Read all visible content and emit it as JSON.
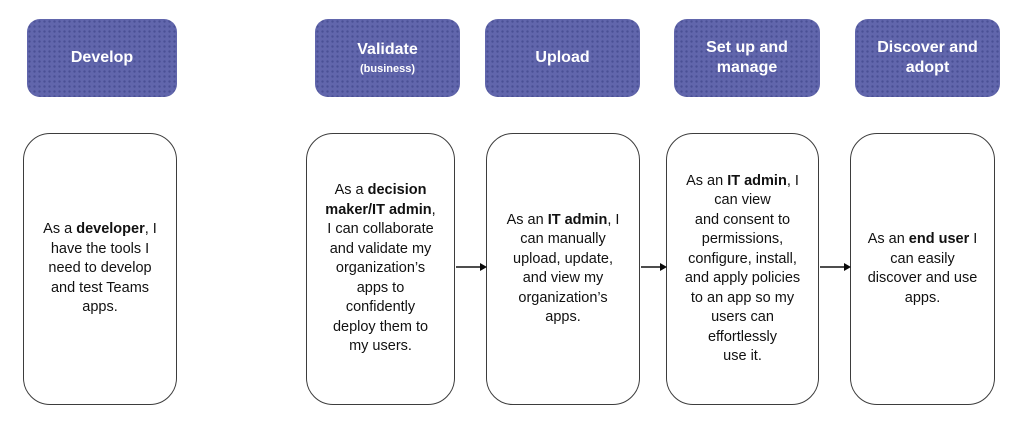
{
  "colors": {
    "header_bg": "#6166AC",
    "header_text": "#FFFFFF",
    "card_bg": "#FFFFFF",
    "card_border": "#3D3D3D",
    "card_text": "#111111",
    "arrow_line": "#4D4D4D",
    "arrow_head": "#0A0A0A"
  },
  "stages": [
    {
      "id": "develop",
      "header": {
        "label": "Develop",
        "sublabel": ""
      },
      "card_lines": [
        [
          {
            "t": "As a ",
            "b": false
          },
          {
            "t": "developer",
            "b": true
          },
          {
            "t": ", I",
            "b": false
          }
        ],
        [
          {
            "t": "have the tools I",
            "b": false
          }
        ],
        [
          {
            "t": "need to develop",
            "b": false
          }
        ],
        [
          {
            "t": "and test Teams",
            "b": false
          }
        ],
        [
          {
            "t": "apps.",
            "b": false
          }
        ]
      ]
    },
    {
      "id": "validate",
      "header": {
        "label": "Validate",
        "sublabel": "(business)"
      },
      "card_lines": [
        [
          {
            "t": "As a ",
            "b": false
          },
          {
            "t": "decision",
            "b": true
          }
        ],
        [
          {
            "t": "maker/IT admin",
            "b": true
          },
          {
            "t": ",",
            "b": false
          }
        ],
        [
          {
            "t": "I can collaborate",
            "b": false
          }
        ],
        [
          {
            "t": "and validate my",
            "b": false
          }
        ],
        [
          {
            "t": "organization’s",
            "b": false
          }
        ],
        [
          {
            "t": "apps to",
            "b": false
          }
        ],
        [
          {
            "t": "confidently",
            "b": false
          }
        ],
        [
          {
            "t": "deploy them to",
            "b": false
          }
        ],
        [
          {
            "t": "my users.",
            "b": false
          }
        ]
      ]
    },
    {
      "id": "upload",
      "header": {
        "label": "Upload",
        "sublabel": ""
      },
      "card_lines": [
        [
          {
            "t": "As an ",
            "b": false
          },
          {
            "t": "IT admin",
            "b": true
          },
          {
            "t": ", I",
            "b": false
          }
        ],
        [
          {
            "t": "can manually",
            "b": false
          }
        ],
        [
          {
            "t": "upload, update,",
            "b": false
          }
        ],
        [
          {
            "t": "and view my",
            "b": false
          }
        ],
        [
          {
            "t": "organization’s",
            "b": false
          }
        ],
        [
          {
            "t": "apps.",
            "b": false
          }
        ]
      ]
    },
    {
      "id": "setup-manage",
      "header": {
        "label": "Set up and manage",
        "sublabel": ""
      },
      "card_lines": [
        [
          {
            "t": "As an ",
            "b": false
          },
          {
            "t": "IT admin",
            "b": true
          },
          {
            "t": ", I",
            "b": false
          }
        ],
        [
          {
            "t": "can view",
            "b": false
          }
        ],
        [
          {
            "t": "and consent to",
            "b": false
          }
        ],
        [
          {
            "t": "permissions,",
            "b": false
          }
        ],
        [
          {
            "t": "configure, install,",
            "b": false
          }
        ],
        [
          {
            "t": "and apply policies",
            "b": false
          }
        ],
        [
          {
            "t": "to an app so my",
            "b": false
          }
        ],
        [
          {
            "t": "users can",
            "b": false
          }
        ],
        [
          {
            "t": "effortlessly",
            "b": false
          }
        ],
        [
          {
            "t": "use it.",
            "b": false
          }
        ]
      ]
    },
    {
      "id": "discover-adopt",
      "header": {
        "label": "Discover and adopt",
        "sublabel": ""
      },
      "card_lines": [
        [
          {
            "t": "As an ",
            "b": false
          },
          {
            "t": "end user",
            "b": true
          },
          {
            "t": " I",
            "b": false
          }
        ],
        [
          {
            "t": "can easily",
            "b": false
          }
        ],
        [
          {
            "t": "discover and use",
            "b": false
          }
        ],
        [
          {
            "t": "apps.",
            "b": false
          }
        ]
      ]
    }
  ],
  "connectors": [
    {
      "from": "validate",
      "to": "upload"
    },
    {
      "from": "upload",
      "to": "setup-manage"
    },
    {
      "from": "setup-manage",
      "to": "discover-adopt"
    }
  ]
}
